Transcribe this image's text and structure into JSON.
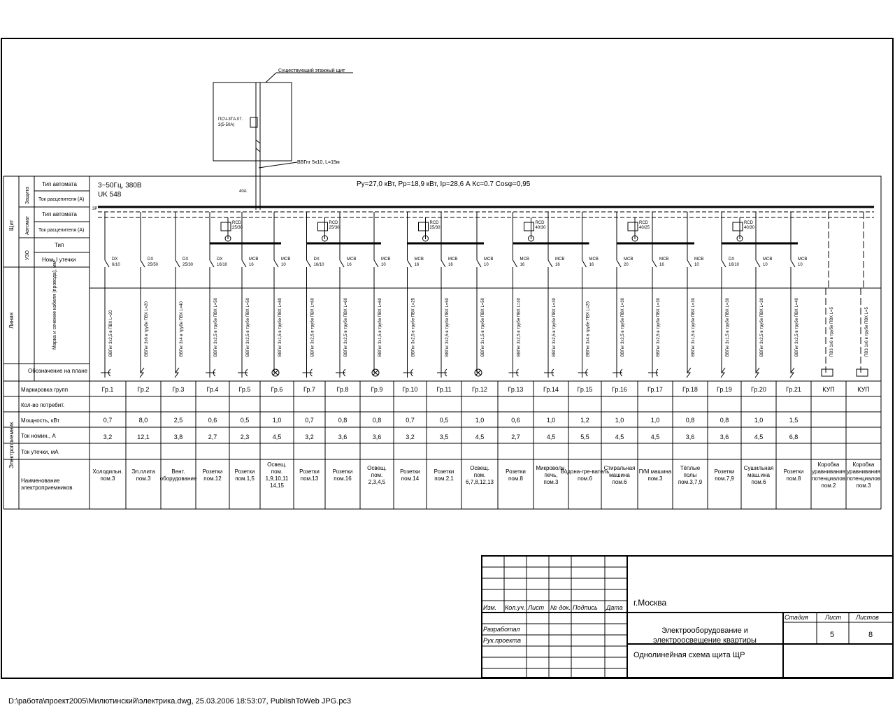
{
  "feed": {
    "label_top": "Существующий этажный щит",
    "meter": "ПСЧ-3ТА.07.\n3(5-50А)",
    "cable": "ВВГнг 5х10, L=15м",
    "breaker": "40А"
  },
  "panel": {
    "supply_line1": "3~50Гц, 380В",
    "supply_line2": "UK 548",
    "summary": "Ру=27,0 кВт,  Рр=18,9 кВт,  Iр=28,6 А   Кс=0.7  Cosφ=0,95",
    "input_breaker": "3Р",
    "rcd_labels": [
      "RCD\n25/30",
      "RCD\n25/30",
      "RCD\n25/30",
      "RCD\n40/30",
      "RCD\n40/25",
      "RCD\n40/30"
    ]
  },
  "left_labels": {
    "shchit": "Щит",
    "zashchita": "Защита",
    "avtomat": "Автомат",
    "uzo": "УЗО",
    "liniya": "Линия",
    "elektropriemnik": "Электроприемник",
    "tip_avtomata_1": "Тип автомата",
    "tok_1": "Ток расцепителя (А)",
    "tip_avtomata_2": "Тип автомата",
    "tok_2": "Ток расцепителя (А)",
    "tip": "Тип",
    "ut": "Ном. I утечки",
    "cable_mark": "Марка и сечение кабеля (провода), мм²",
    "plan_mark": "Обозначение на плане"
  },
  "rows": {
    "group_label": "Маркировка групп",
    "count_label": "Кол-во потребит.",
    "power_label": "Мощность, кВт",
    "current_label": "Ток номин., А",
    "leak_label": "Ток утечки, мА",
    "name_label": "Наименование электроприемников"
  },
  "groups": [
    {
      "id": "Гр.1",
      "breaker": "DX\n6/10",
      "cable": "ВВГнг 3х2,5 в ПВХ L=20",
      "power": "0,7",
      "current": "3,2",
      "name": "Холодильн. пом.3",
      "sym": "socket"
    },
    {
      "id": "Гр.2",
      "breaker": "DX\n25/50",
      "cable": "ВВГнг 3х6 в трубе ПВХ L=20",
      "power": "8,0",
      "current": "12,1",
      "name": "Эл.плита пом.3",
      "sym": "bolt"
    },
    {
      "id": "Гр.3",
      "breaker": "DX\n25/30",
      "cable": "ВВГнг 3х4 в трубе ПВХ L=40",
      "power": "2,5",
      "current": "3,8",
      "name": "Вент. оборудование",
      "sym": "bolt"
    },
    {
      "id": "Гр.4",
      "breaker": "DX\n16/10",
      "cable": "ВВГнг 3х2,5 в трубе ПВХ L=50",
      "power": "0,6",
      "current": "2,7",
      "name": "Розетки пом.12",
      "sym": "socket"
    },
    {
      "id": "Гр.5",
      "breaker": "MCB\n16",
      "cable": "ВВГнг 3х2,5 в трубе ПВХ L=50",
      "power": "0,5",
      "current": "2,3",
      "name": "Розетки пом.1,5",
      "sym": "socket"
    },
    {
      "id": "Гр.6",
      "breaker": "MCB\n10",
      "cable": "ВВГнг 3х1,5 в трубе ПВХ L=80",
      "power": "1,0",
      "current": "4,5",
      "name": "Освещ. пом. 1,9,10,11 14,15",
      "sym": "lamp"
    },
    {
      "id": "Гр.7",
      "breaker": "DX\n16/10",
      "cable": "ВВГнг 3х2,5 в трубе ПВХ L=60",
      "power": "0,7",
      "current": "3,2",
      "name": "Розетки пом.13",
      "sym": "socket"
    },
    {
      "id": "Гр.8",
      "breaker": "MCB\n16",
      "cable": "ВВГнг 3х2,5 в трубе ПВХ L=60",
      "power": "0,8",
      "current": "3,6",
      "name": "Розетки пом.16",
      "sym": "socket"
    },
    {
      "id": "Гр.9",
      "breaker": "MCB\n10",
      "cable": "ВВГнг 3х1,5 в трубе ПВХ L=60",
      "power": "0,8",
      "current": "3,6",
      "name": "Освещ. пом. 2,3,4,5",
      "sym": "lamp"
    },
    {
      "id": "Гр.10",
      "breaker": "MCB\n16",
      "cable": "ВВГнг 3х2,5 в трубе ПВХ L=25",
      "power": "0,7",
      "current": "3,2",
      "name": "Розетки пом.14",
      "sym": "socket"
    },
    {
      "id": "Гр.11",
      "breaker": "MCB\n16",
      "cable": "ВВГнг 3х2,5 в трубе ПВХ L=50",
      "power": "0,5",
      "current": "3,5",
      "name": "Розетки пом.2,1",
      "sym": "socket"
    },
    {
      "id": "Гр.12",
      "breaker": "MCB\n10",
      "cable": "ВВГнг 3х1,5 в трубе ПВХ L=50",
      "power": "1,0",
      "current": "4,5",
      "name": "Освещ. пом. 6,7,8,12,13",
      "sym": "lamp"
    },
    {
      "id": "Гр.13",
      "breaker": "MCB\n16",
      "cable": "ВВГнг 3х2,5 в трубе ПВХ L=40",
      "power": "0,6",
      "current": "2,7",
      "name": "Розетки пом.8",
      "sym": "socket"
    },
    {
      "id": "Гр.14",
      "breaker": "MCB\n16",
      "cable": "ВВГнг 3х2,5 в трубе ПВХ L=30",
      "power": "1,0",
      "current": "4,5",
      "name": "Микроволн. печь, пом.3",
      "sym": "socket"
    },
    {
      "id": "Гр.15",
      "breaker": "MCB\n16",
      "cable": "ВВГнг 3х4 в трубе ПВХ L=25",
      "power": "1,2",
      "current": "5,5",
      "name": "Водона-гре-ватель пом.6",
      "sym": "socket"
    },
    {
      "id": "Гр.16",
      "breaker": "MCB\n20",
      "cable": "ВВГнг 3х2,5 в трубе ПВХ L=30",
      "power": "1,0",
      "current": "4,5",
      "name": "Стиральная машина пом.6",
      "sym": "socket"
    },
    {
      "id": "Гр.17",
      "breaker": "MCB\n16",
      "cable": "ВВГнг 3х2,5 в трубе ПВХ L=30",
      "power": "1,0",
      "current": "4,5",
      "name": "П/М машина пом.3",
      "sym": "socket"
    },
    {
      "id": "Гр.18",
      "breaker": "MCB\n10",
      "cable": "ВВГнг 3х1,5 в трубе ПВХ L=30",
      "power": "0,8",
      "current": "3,6",
      "name": "Тёплые полы пом.3,7,9",
      "sym": "bolt"
    },
    {
      "id": "Гр.19",
      "breaker": "DX\n16/10",
      "cable": "ВВГнг 3х1,5 в трубе ПВХ L=30",
      "power": "0,8",
      "current": "3,6",
      "name": "Розетки пом.7,9",
      "sym": "bolt"
    },
    {
      "id": "Гр.20",
      "breaker": "MCB\n10",
      "cable": "ВВГнг 3х2,5 в трубе ПВХ L=30",
      "power": "1,0",
      "current": "4,5",
      "name": "Сушильная маш.ина пом.6",
      "sym": "bolt"
    },
    {
      "id": "Гр.21",
      "breaker": "MCB\n10",
      "cable": "ВВГнг 3х2,5 в трубе ПВХ L=40",
      "power": "1,5",
      "current": "6,8",
      "name": "Розетки пом.8",
      "sym": "bolt"
    },
    {
      "id": "КУП",
      "breaker": "",
      "cable": "ПВ3 1х6 в трубе ПВХ L=5",
      "power": "",
      "current": "",
      "name": "Коробка уравнивания потенциалов пом.2",
      "sym": "kup"
    },
    {
      "id": "КУП",
      "breaker": "",
      "cable": "ПВ3 1х6 в трубе ПВХ L=5",
      "power": "",
      "current": "",
      "name": "Коробка уравнивания потенциалов пом.3",
      "sym": "kup"
    }
  ],
  "title_block": {
    "city": "г.Москва",
    "title_line1": "Электрооборудование и",
    "title_line2": "электроосвещение квартиры",
    "sheet_name": "Однолинейная схема щита ЩР",
    "col_izm": "Изм.",
    "col_kol": "Кол.уч.",
    "col_list": "Лист",
    "col_ndok": "№ док.",
    "col_podpis": "Подпись",
    "col_data": "Дата",
    "razrabotal": "Разработал",
    "ruk": "Рук.проекта",
    "stadia": "Стадия",
    "list": "Лист",
    "listov": "Листов",
    "list_value": "5",
    "listov_value": "8"
  },
  "footer": {
    "path": "D:\\работа\\проект2005\\Милютинский\\электрика.dwg, 25.03.2006 18:53:07, PublishToWeb JPG.pc3"
  }
}
